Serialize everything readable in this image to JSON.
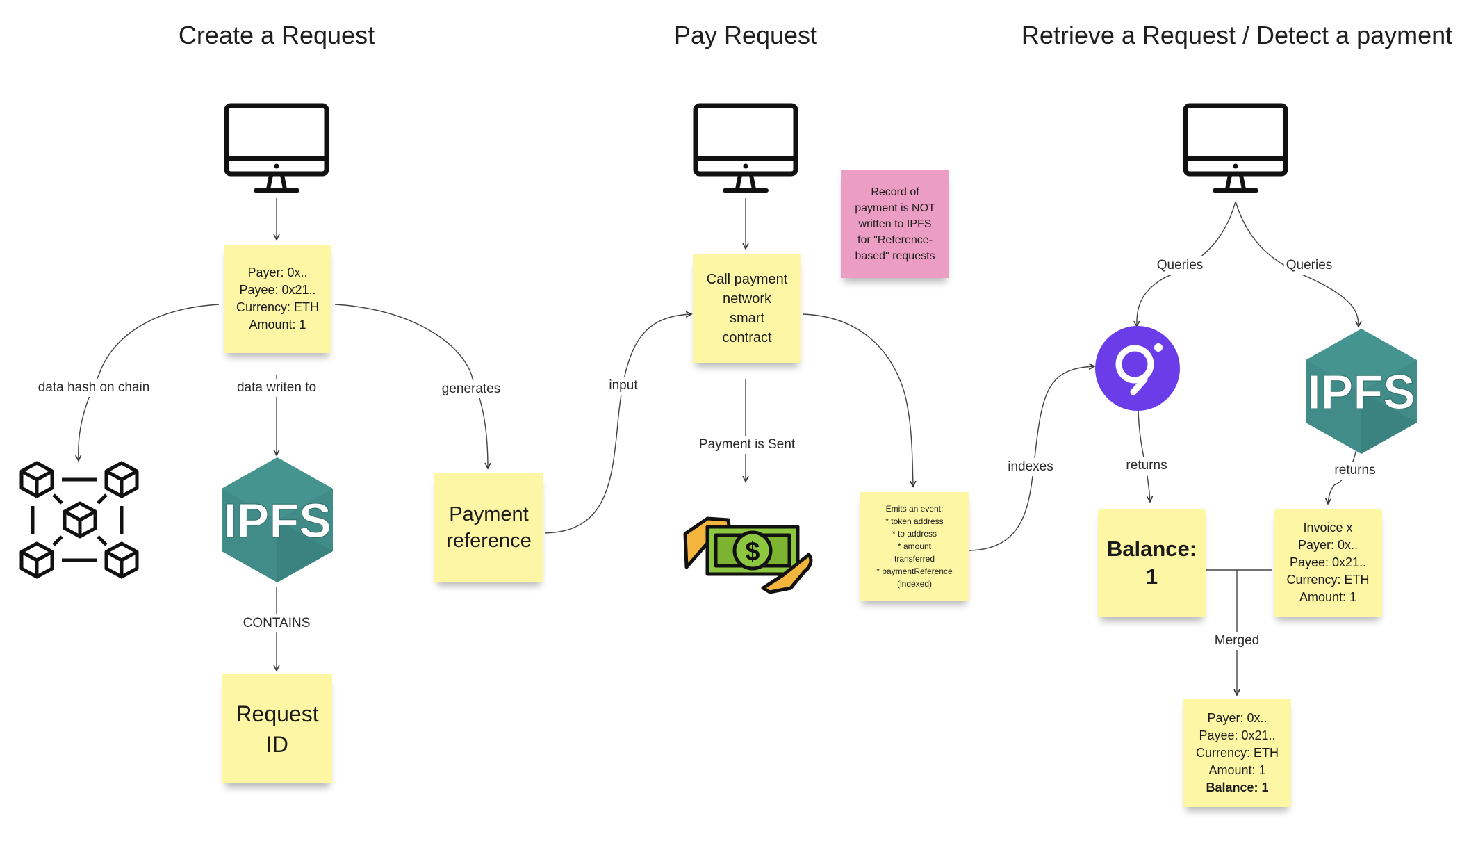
{
  "columns": {
    "create": {
      "title": "Create a Request"
    },
    "pay": {
      "title": "Pay Request"
    },
    "retrieve": {
      "title": "Retrieve a Request / Detect a payment"
    }
  },
  "notes": {
    "request_fields": [
      "Payer: 0x..",
      "Payee: 0x21..",
      "Currency: ETH",
      "Amount: 1"
    ],
    "payment_reference": [
      "Payment",
      "reference"
    ],
    "request_id": [
      "Request",
      "ID"
    ],
    "call_contract": [
      "Call payment",
      "network",
      "smart",
      "contract"
    ],
    "ipfs_warning": [
      "Record of",
      "payment is NOT",
      "written to IPFS",
      "for \"Reference-",
      "based\" requests"
    ],
    "event": [
      "Emits an event:",
      "* token address",
      "* to address",
      "* amount",
      "transferred",
      "* paymentReference",
      "(indexed)"
    ],
    "balance": [
      "Balance:",
      "1"
    ],
    "invoice": [
      "Invoice x",
      "Payer: 0x..",
      "Payee: 0x21..",
      "Currency: ETH",
      "Amount: 1"
    ],
    "merged_result": [
      "Payer: 0x..",
      "Payee: 0x21..",
      "Currency: ETH",
      "Amount: 1",
      "Balance: 1"
    ]
  },
  "edge_labels": {
    "data_hash": "data hash on chain",
    "data_written": "data writen to",
    "generates": "generates",
    "contains": "CONTAINS",
    "input": "input",
    "payment_sent": "Payment is Sent",
    "indexes": "indexes",
    "queries_left": "Queries",
    "queries_right": "Queries",
    "returns_left": "returns",
    "returns_right": "returns",
    "merged": "Merged"
  },
  "logos": {
    "ipfs": "IPFS"
  },
  "icons": [
    "monitor-icon",
    "blockchain-icon",
    "ipfs-logo",
    "cash-payment-icon",
    "the-graph-logo"
  ],
  "colors": {
    "sticky": "#fdf6a4",
    "pink_sticky": "#ec9dc4",
    "ipfs_teal": "#3f8f8b",
    "graph_purple": "#6a3de8",
    "cash_green": "#8dc63f"
  }
}
